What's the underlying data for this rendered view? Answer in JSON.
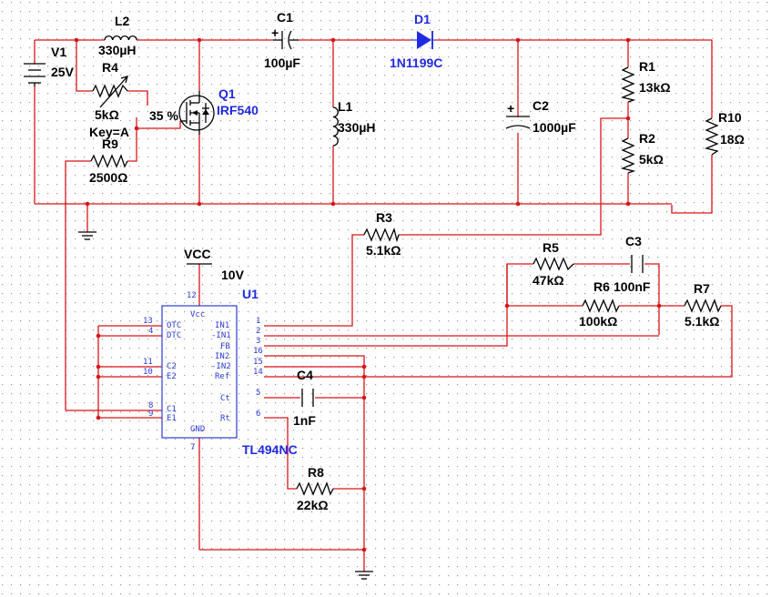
{
  "components": {
    "V1": {
      "ref": "V1",
      "value": "25V"
    },
    "L2": {
      "ref": "L2",
      "value": "330µH"
    },
    "R4": {
      "ref": "R4",
      "value": "5kΩ",
      "key": "Key=A",
      "percent": "35 %"
    },
    "R9": {
      "ref": "R9",
      "value": "2500Ω"
    },
    "Q1": {
      "ref": "Q1",
      "value": "IRF540"
    },
    "C1": {
      "ref": "C1",
      "value": "100µF",
      "polarity": "+"
    },
    "L1": {
      "ref": "L1",
      "value": "330µH"
    },
    "D1": {
      "ref": "D1",
      "value": "1N1199C"
    },
    "C2": {
      "ref": "C2",
      "value": "1000µF",
      "polarity": "+"
    },
    "R1": {
      "ref": "R1",
      "value": "13kΩ"
    },
    "R2": {
      "ref": "R2",
      "value": "5kΩ"
    },
    "R10": {
      "ref": "R10",
      "value": "18Ω"
    },
    "R3": {
      "ref": "R3",
      "value": "5.1kΩ"
    },
    "R5": {
      "ref": "R5",
      "value": "47kΩ"
    },
    "C3": {
      "ref": "C3",
      "value": "100nF"
    },
    "R6": {
      "ref": "R6",
      "value": "100kΩ"
    },
    "R7": {
      "ref": "R7",
      "value": "5.1kΩ"
    },
    "C4": {
      "ref": "C4",
      "value": "1nF"
    },
    "R8": {
      "ref": "R8",
      "value": "22kΩ"
    },
    "VCC": {
      "ref": "VCC",
      "value": "10V"
    },
    "U1": {
      "ref": "U1",
      "value": "TL494NC"
    }
  },
  "ic": {
    "left_pins": [
      {
        "num": "13",
        "name": "OTC"
      },
      {
        "num": "4",
        "name": "DTC"
      },
      {
        "num": "11",
        "name": "C2"
      },
      {
        "num": "10",
        "name": "E2"
      },
      {
        "num": "8",
        "name": "C1"
      },
      {
        "num": "9",
        "name": "E1"
      }
    ],
    "right_pins": [
      {
        "num": "1",
        "name": "IN1"
      },
      {
        "num": "2",
        "name": "-IN1"
      },
      {
        "num": "3",
        "name": "FB"
      },
      {
        "num": "16",
        "name": "IN2"
      },
      {
        "num": "15",
        "name": "-IN2"
      },
      {
        "num": "14",
        "name": "Ref"
      },
      {
        "num": "5",
        "name": "Ct"
      },
      {
        "num": "6",
        "name": "Rt"
      }
    ],
    "top_pin": {
      "num": "12",
      "name": "Vcc"
    },
    "bottom_pin": {
      "num": "7",
      "name": "GND"
    }
  },
  "colors": {
    "wire": "#d8141a",
    "component": "#000000",
    "ic": "#2c3bd6",
    "label_blue": "#1f2ae0",
    "grid_dot": "#9a9a9a"
  }
}
